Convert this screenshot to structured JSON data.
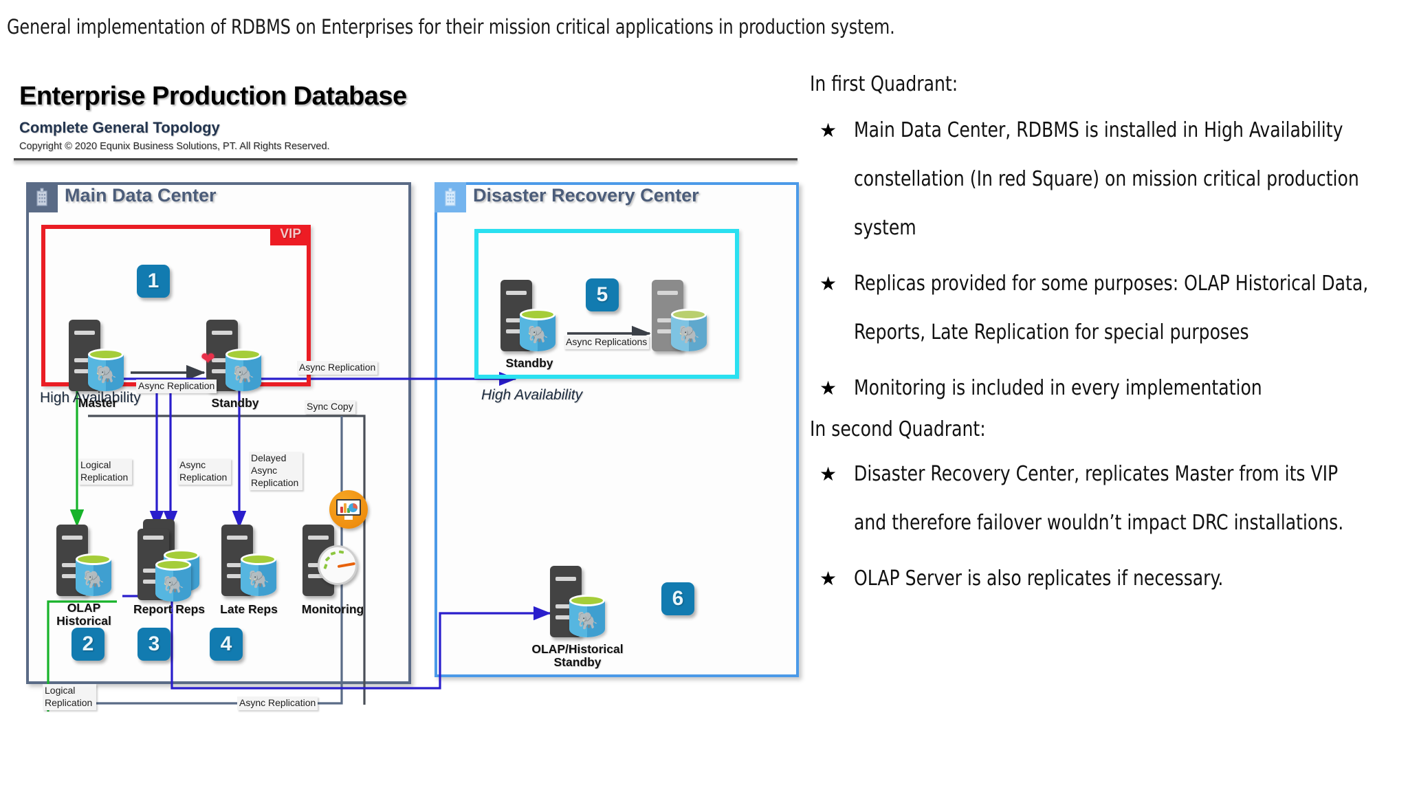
{
  "top_caption": "General implementation of RDBMS on Enterprises for their mission critical applications in production system.",
  "diagram": {
    "title": "Enterprise Production Database",
    "subtitle": "Complete General Topology",
    "copyright": "Copyright © 2020 Equnix Business Solutions, PT. All Rights Reserved.",
    "panels": {
      "main": {
        "title": "Main Data Center",
        "icon": "building-icon",
        "ha_box_label": "High Availability",
        "vip_badge": "VIP",
        "accent_color": "#5a6b86",
        "ha_border_color": "#ea1d24",
        "nodes": [
          {
            "caption": "Master",
            "badge": "",
            "icon": "server-postgres-icon"
          },
          {
            "caption": "Standby",
            "badge": "1",
            "icon": "server-postgres-icon"
          },
          {
            "caption": "OLAP\nHistorical",
            "badge": "2",
            "icon": "server-postgres-icon"
          },
          {
            "caption": "Report Reps",
            "badge": "3",
            "icon": "server-postgres-double-icon"
          },
          {
            "caption": "Late Reps",
            "badge": "4",
            "icon": "server-postgres-icon"
          },
          {
            "caption": "Monitoring",
            "badge": "",
            "icon": "server-gauge-icon"
          }
        ],
        "node_labels": {
          "master": "Master",
          "standby": "Standby",
          "olap_line1": "OLAP",
          "olap_line2": "Historical",
          "report": "Report Reps",
          "late": "Late Reps",
          "monitoring": "Monitoring"
        },
        "badges": {
          "b1": "1",
          "b2": "2",
          "b3": "3",
          "b4": "4"
        }
      },
      "drc": {
        "title": "Disaster Recovery Center",
        "icon": "building-icon",
        "ha_box_label": "High Availability",
        "accent_color": "#4b9ae8",
        "ha_border_color": "#2ae0f0",
        "node_labels": {
          "standby": "Standby",
          "olap_standby_line1": "OLAP/Historical",
          "olap_standby_line2": "Standby"
        },
        "badges": {
          "b5": "5",
          "b6": "6"
        }
      }
    },
    "edge_labels": {
      "master_to_standby": "Async Replication",
      "async_replication_out": "Async Replication",
      "sync_copy": "Sync Copy",
      "logical_replication_top_l1": "Logical",
      "logical_replication_top_l2": "Replication",
      "async_replication_mid_l1": "Async",
      "async_replication_mid_l2": "Replication",
      "delayed_async_l1": "Delayed",
      "delayed_async_l2": "Async",
      "delayed_async_l3": "Replication",
      "logical_replication_bottom_l1": "Logical",
      "logical_replication_bottom_l2": "Replication",
      "async_replication_bottom": "Async Replication",
      "drc_async_replications": "Async Replications"
    },
    "colors": {
      "wire_blue": "#2a1ecc",
      "wire_green": "#17b32a",
      "wire_grey": "#4a4f58",
      "badge_blue": "#127bb0",
      "vip_red": "#ed1c24",
      "cyan": "#2ae0f0"
    }
  },
  "notes": {
    "heading_1": "In first Quadrant:",
    "heading_2": "In second Quadrant:",
    "star_glyph": "★",
    "bullets_1": [
      "Main Data Center, RDBMS is installed in High Availability constellation (In red Square) on mission critical production system",
      " Replicas provided for some purposes: OLAP Historical Data, Reports, Late Replication for special purposes",
      "Monitoring is included in every implementation"
    ],
    "bullets_2": [
      "Disaster Recovery Center, replicates Master from its VIP and therefore failover wouldn’t impact DRC installations.",
      "OLAP Server is also replicates if necessary."
    ]
  }
}
